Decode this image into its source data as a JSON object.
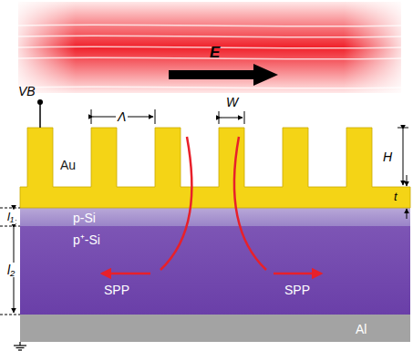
{
  "diagram": {
    "nodes": [
      {
        "text": [
          "Au"
        ]
      },
      {
        "text": [
          "p-Si"
        ]
      },
      {
        "text": [
          "p⁺-Si"
        ]
      },
      {
        "text": [
          "Al"
        ]
      }
    ],
    "labels": [
      "E",
      "VB",
      "Λ",
      "W",
      "H",
      "t",
      "l₁",
      "l₂",
      "SPP",
      "SPP"
    ]
  }
}
